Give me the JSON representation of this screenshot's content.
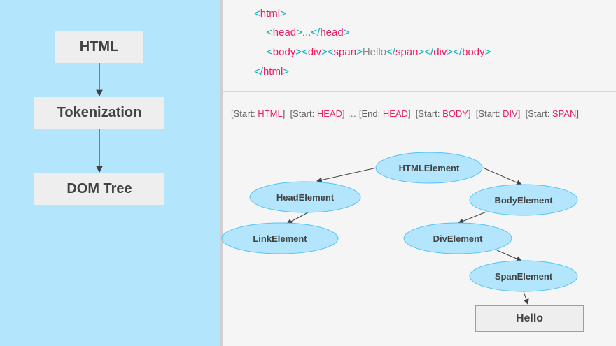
{
  "pipeline": {
    "steps": [
      "HTML",
      "Tokenization",
      "DOM Tree"
    ]
  },
  "code": {
    "line1": {
      "open": "<",
      "name": "html",
      "close": ">"
    },
    "line2": {
      "open": "<",
      "name": "head",
      "mid": ">...</",
      "name2": "head",
      "close": ">"
    },
    "line3": {
      "p1": "<",
      "n1": "body",
      "p2": "><",
      "n2": "div",
      "p3": "><",
      "n3": "span",
      "p4": ">",
      "text": "Hello",
      "p5": "</",
      "n4": "span",
      "p6": "></",
      "n5": "div",
      "p7": "></",
      "n6": "body",
      "p8": ">"
    },
    "line4": {
      "open": "</",
      "name": "html",
      "close": ">"
    }
  },
  "tokens": {
    "t1": {
      "pre": "[Start: ",
      "val": "HTML",
      "post": "]"
    },
    "t2": {
      "pre": "[Start: ",
      "val": "HEAD",
      "post": "]"
    },
    "ellipsis": "…",
    "t3": {
      "pre": "[End: ",
      "val": "HEAD",
      "post": "]"
    },
    "t4": {
      "pre": "[Start: ",
      "val": "BODY",
      "post": "]"
    },
    "t5": {
      "pre": "[Start: ",
      "val": "DIV",
      "post": "]"
    },
    "t6": {
      "pre": "[Start: ",
      "val": "SPAN",
      "post": "]"
    }
  },
  "tree": {
    "nodes": {
      "html": "HTMLElement",
      "head": "HeadElement",
      "body": "BodyElement",
      "link": "LinkElement",
      "div": "DivElement",
      "span": "SpanElement"
    },
    "text_node": "Hello"
  },
  "colors": {
    "left_panel": "#b3e5fc",
    "node_fill": "#b3e5fc",
    "node_stroke": "#4fc3f7",
    "tag_bracket": "#00acc1",
    "tag_name": "#e91e63"
  }
}
